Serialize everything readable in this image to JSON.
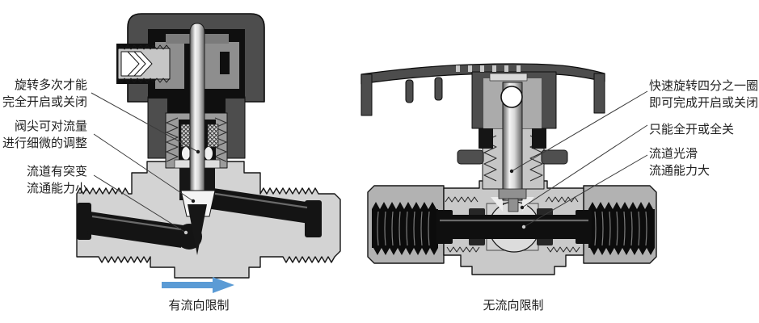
{
  "diagram": {
    "left": {
      "caption": "有流向限制",
      "labels": {
        "rotation": {
          "line1": "旋转多次才能",
          "line2": "完全开启或关闭"
        },
        "tip": {
          "line1": "阀尖可对流量",
          "line2": "进行细微的调整"
        },
        "path": {
          "line1": "流道有突变",
          "line2": "流通能力小"
        }
      }
    },
    "right": {
      "caption": "无流向限制",
      "labels": {
        "quarter_turn": {
          "line1": "快速旋转四分之一圈",
          "line2": "即可完成开启或关闭"
        },
        "on_off": {
          "line1": "只能全开或全关"
        },
        "path": {
          "line1": "流道光滑",
          "line2": "流通能力大"
        }
      }
    },
    "colors": {
      "arrow": "#5b9bd5",
      "ink": "#1f1f1f",
      "body_light": "#d3d3d3",
      "body_mid": "#c9c9c9",
      "handle_dark": "#4d4d4d"
    }
  }
}
